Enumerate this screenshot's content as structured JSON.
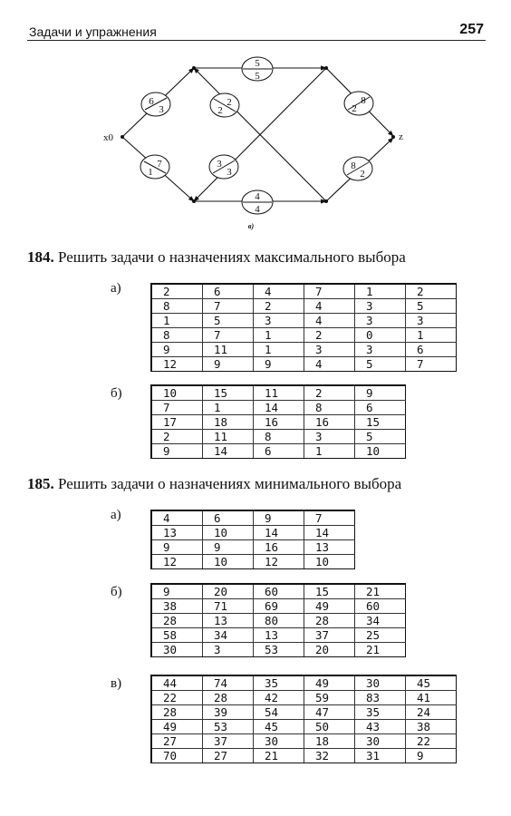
{
  "header": {
    "title": "Задачи и упражнения",
    "page_number": "257"
  },
  "figure": {
    "nodes": {
      "source": "x0",
      "sink": "z"
    },
    "edges": [
      {
        "top": "6",
        "bottom": "3"
      },
      {
        "top": "7",
        "bottom": "1"
      },
      {
        "top": "5",
        "bottom": "5"
      },
      {
        "top": "4",
        "bottom": "4"
      },
      {
        "top": "2",
        "bottom": "2"
      },
      {
        "top": "3",
        "bottom": "3"
      },
      {
        "top": "8",
        "bottom": "2"
      },
      {
        "top": "8",
        "bottom": "2"
      }
    ],
    "caption": "в)"
  },
  "problems": [
    {
      "number": "184.",
      "text": "Решить задачи о назначениях максимального выбора",
      "parts": [
        {
          "label": "а)",
          "rows": [
            [
              "2",
              "6",
              "4",
              "7",
              "1",
              "2"
            ],
            [
              "8",
              "7",
              "2",
              "4",
              "3",
              "5"
            ],
            [
              "1",
              "5",
              "3",
              "4",
              "3",
              "3"
            ],
            [
              "8",
              "7",
              "1",
              "2",
              "0",
              "1"
            ],
            [
              "9",
              "11",
              "1",
              "3",
              "3",
              "6"
            ],
            [
              "12",
              "9",
              "9",
              "4",
              "5",
              "7"
            ]
          ]
        },
        {
          "label": "б)",
          "rows": [
            [
              "10",
              "15",
              "11",
              "2",
              "9"
            ],
            [
              "7",
              "1",
              "14",
              "8",
              "6"
            ],
            [
              "17",
              "18",
              "16",
              "16",
              "15"
            ],
            [
              "2",
              "11",
              "8",
              "3",
              "5"
            ],
            [
              "9",
              "14",
              "6",
              "1",
              "10"
            ]
          ]
        }
      ]
    },
    {
      "number": "185.",
      "text": "Решить задачи о назначениях минимального выбора",
      "parts": [
        {
          "label": "а)",
          "rows": [
            [
              "4",
              "6",
              "9",
              "7"
            ],
            [
              "13",
              "10",
              "14",
              "14"
            ],
            [
              "9",
              "9",
              "16",
              "13"
            ],
            [
              "12",
              "10",
              "12",
              "10"
            ]
          ]
        },
        {
          "label": "б)",
          "rows": [
            [
              "9",
              "20",
              "60",
              "15",
              "21"
            ],
            [
              "38",
              "71",
              "69",
              "49",
              "60"
            ],
            [
              "28",
              "13",
              "80",
              "28",
              "34"
            ],
            [
              "58",
              "34",
              "13",
              "37",
              "25"
            ],
            [
              "30",
              "3",
              "53",
              "20",
              "21"
            ]
          ]
        },
        {
          "label": "в)",
          "rows": [
            [
              "44",
              "74",
              "35",
              "49",
              "30",
              "45"
            ],
            [
              "22",
              "28",
              "42",
              "59",
              "83",
              "41"
            ],
            [
              "28",
              "39",
              "54",
              "47",
              "35",
              "24"
            ],
            [
              "49",
              "53",
              "45",
              "50",
              "43",
              "38"
            ],
            [
              "27",
              "37",
              "30",
              "18",
              "30",
              "22"
            ],
            [
              "70",
              "27",
              "21",
              "32",
              "31",
              "9"
            ]
          ]
        }
      ]
    }
  ]
}
